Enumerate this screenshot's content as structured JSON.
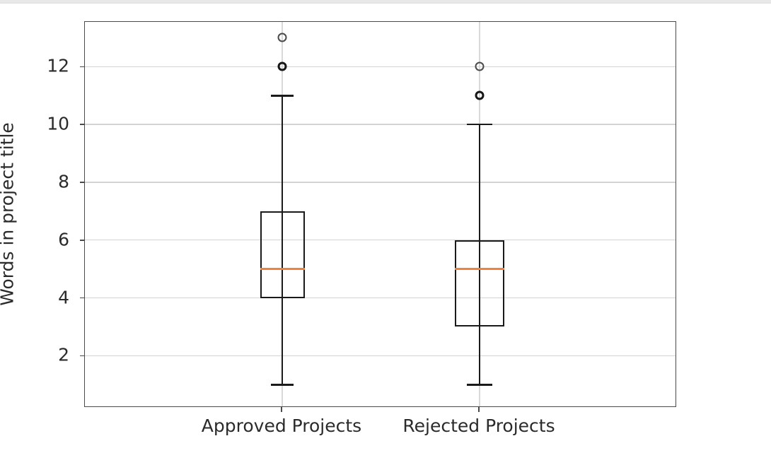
{
  "chart_data": {
    "type": "box",
    "title": "",
    "xlabel": "",
    "ylabel": "Words in project title",
    "categories": [
      "Approved Projects",
      "Rejected Projects"
    ],
    "ytick_labels": [
      "2",
      "4",
      "6",
      "8",
      "10",
      "12"
    ],
    "ytick_values": [
      2,
      4,
      6,
      8,
      10,
      12
    ],
    "ylim": [
      0.2,
      13.55
    ],
    "grid": true,
    "legend": null,
    "median_color": "#f5803e",
    "box_color": "#1a1a1a",
    "grid_color": "#d3d3d3",
    "axis_color": "#4a4a4a",
    "boxes": [
      {
        "label": "Approved Projects",
        "whisker_low": 1,
        "q1": 4,
        "median": 5,
        "q3": 7,
        "whisker_high": 11,
        "fliers": [
          12,
          13
        ]
      },
      {
        "label": "Rejected Projects",
        "whisker_low": 1,
        "q1": 3,
        "median": 5,
        "q3": 6,
        "whisker_high": 10,
        "fliers": [
          11,
          12
        ]
      }
    ]
  }
}
